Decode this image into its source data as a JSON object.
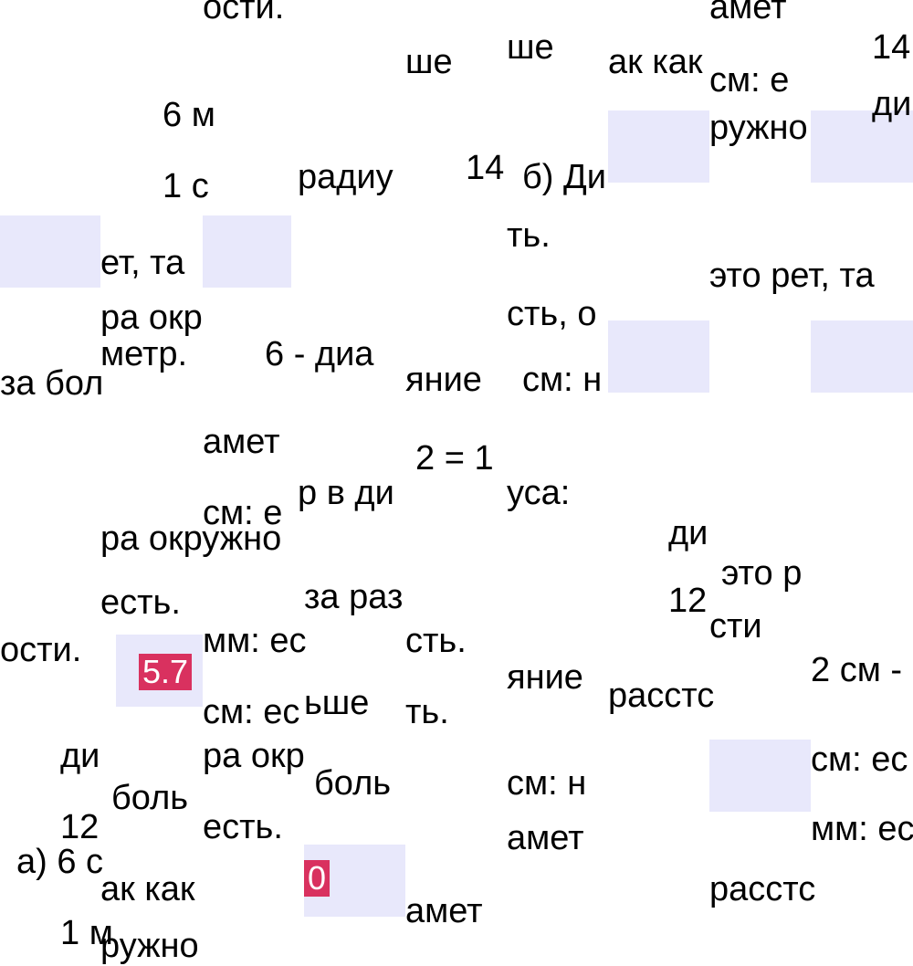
{
  "fragments": [
    "ости.",
    "ше",
    "ше",
    "ак как",
    "амет",
    "14",
    "см: е",
    "ди",
    "6 м",
    "ружно",
    "1 с",
    "радиу",
    "14",
    "б) Ди",
    "ть.",
    "ет, та",
    "это рет, та",
    "ра окр",
    "сть, о",
    "метр.",
    "6 - диа",
    "за бол",
    "яние",
    "см: н",
    "амет",
    "2 = 1",
    "р в ди",
    "уса:",
    "см: е",
    "ра окружно",
    "ди",
    "это р",
    "есть.",
    "за раз",
    "12",
    "ости.",
    "мм: ес",
    "сть.",
    "сти",
    "яние",
    "расстс",
    "2 см -",
    "см: ес",
    "ьше",
    "ть.",
    "ди",
    "ра окр",
    "боль",
    "см: н",
    "см: ес",
    "боль",
    "12",
    "есть.",
    "амет",
    "мм: ес",
    "а) 6 с",
    "ак как",
    "расстс",
    "амет",
    "1 м",
    "ружно"
  ],
  "badges": [
    "5.7",
    "0"
  ],
  "colors": {
    "box": "#e8e8fb",
    "badge": "#d9315f"
  }
}
